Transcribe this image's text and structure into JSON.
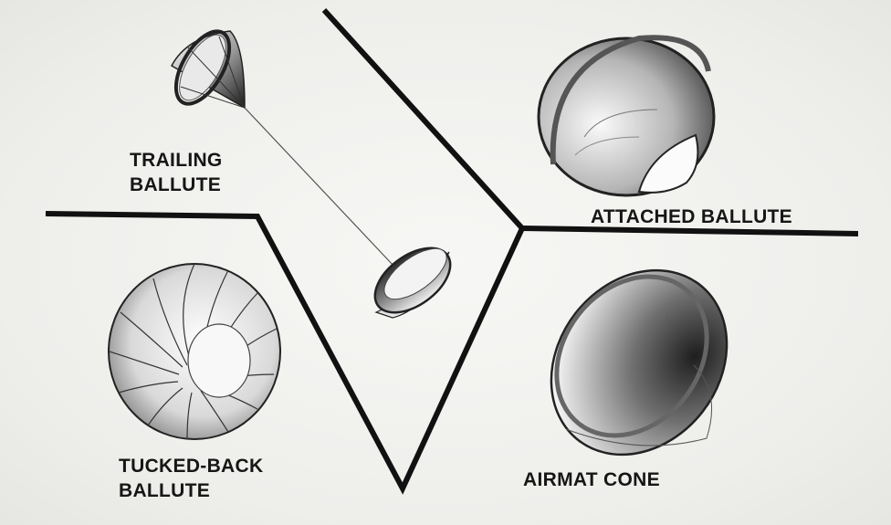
{
  "labels": {
    "trailing": "TRAILING\nBALLUTE",
    "attached": "ATTACHED BALLUTE",
    "tucked": "TUCKED-BACK\nBALLUTE",
    "airmat": "AIRMAT CONE"
  },
  "colors": {
    "ink": "#111111",
    "paper": "#f1f1ef",
    "shade": "#3a3a3a"
  }
}
